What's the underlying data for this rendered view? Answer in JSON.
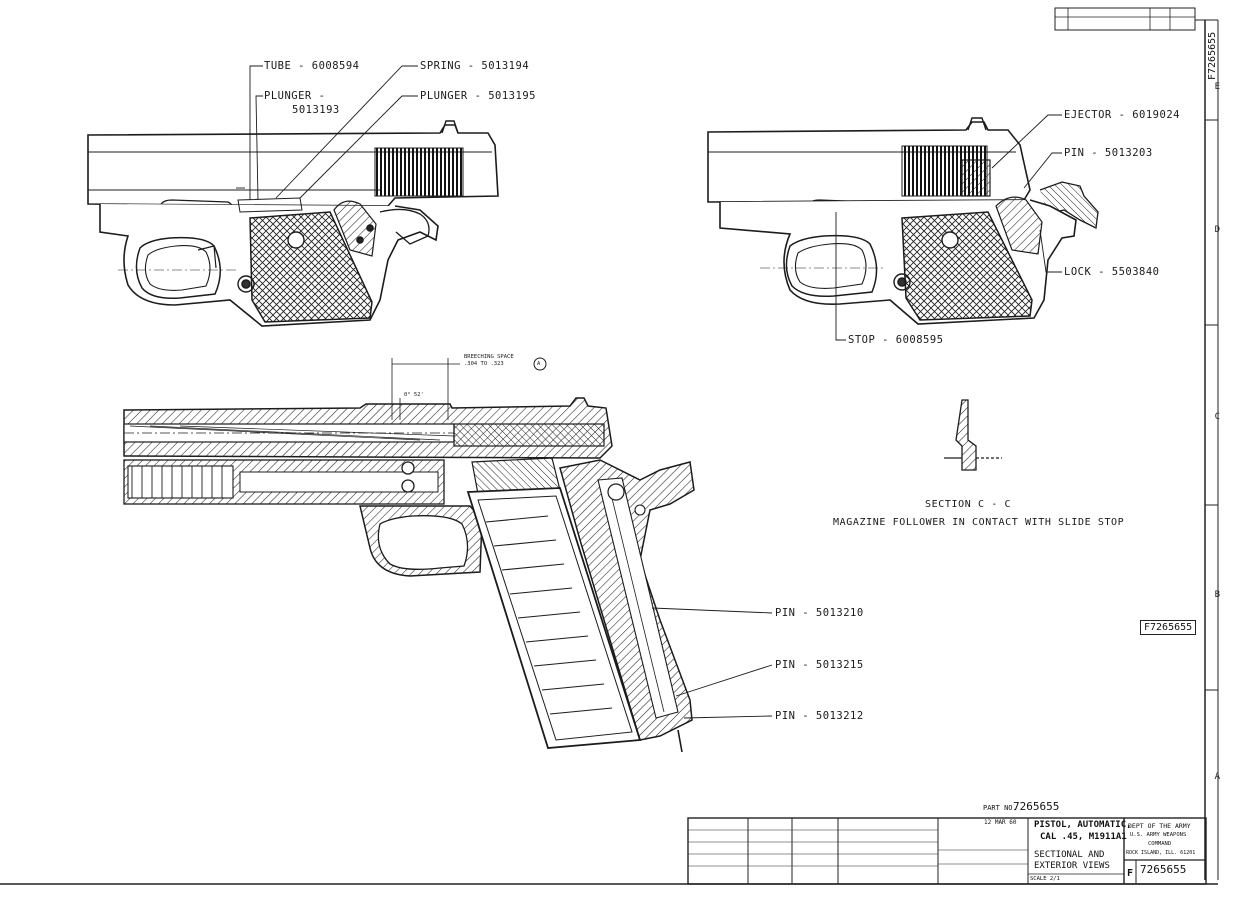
{
  "labels": {
    "tube": "TUBE - 6008594",
    "plunger_left": "PLUNGER -",
    "plunger_left_num": "5013193",
    "spring": "SPRING - 5013194",
    "plunger_right": "PLUNGER - 5013195",
    "ejector": "EJECTOR - 6019024",
    "pin_203": "PIN - 5013203",
    "lock": "LOCK - 5503840",
    "stop": "STOP - 6008595",
    "breeching_space": "BREECHING SPACE",
    "breeching_range": ".304 TO .323",
    "callout_a": "A",
    "angle": "0° 52'",
    "pin_210": "PIN - 5013210",
    "pin_215": "PIN - 5013215",
    "pin_212": "PIN - 5013212",
    "section_title": "SECTION  C - C",
    "section_note": "MAGAZINE FOLLOWER IN CONTACT WITH SLIDE STOP"
  },
  "border": {
    "drawing_number_vertical": "F7265655",
    "zones": [
      "E",
      "D",
      "C",
      "B",
      "A"
    ],
    "drawing_number_box": "F7265655"
  },
  "title_block": {
    "part_no_label": "PART NO.",
    "part_no": "7265655",
    "title_line1": "PISTOL, AUTOMATIC,",
    "title_line2": "CAL .45, M1911A1",
    "subtitle_line1": "SECTIONAL AND",
    "subtitle_line2": "EXTERIOR VIEWS",
    "dept_line1": "DEPT OF THE ARMY",
    "dept_line2": "U.S. ARMY WEAPONS",
    "dept_line3": "COMMAND",
    "dept_line4": "ROCK ISLAND, ILL. 61201",
    "date": "12 MAR 60",
    "code_letter": "F",
    "drawing_no": "7265655",
    "scale": "SCALE 2/1"
  },
  "colors": {
    "ink": "#1c1c1c",
    "paper": "#ffffff"
  }
}
